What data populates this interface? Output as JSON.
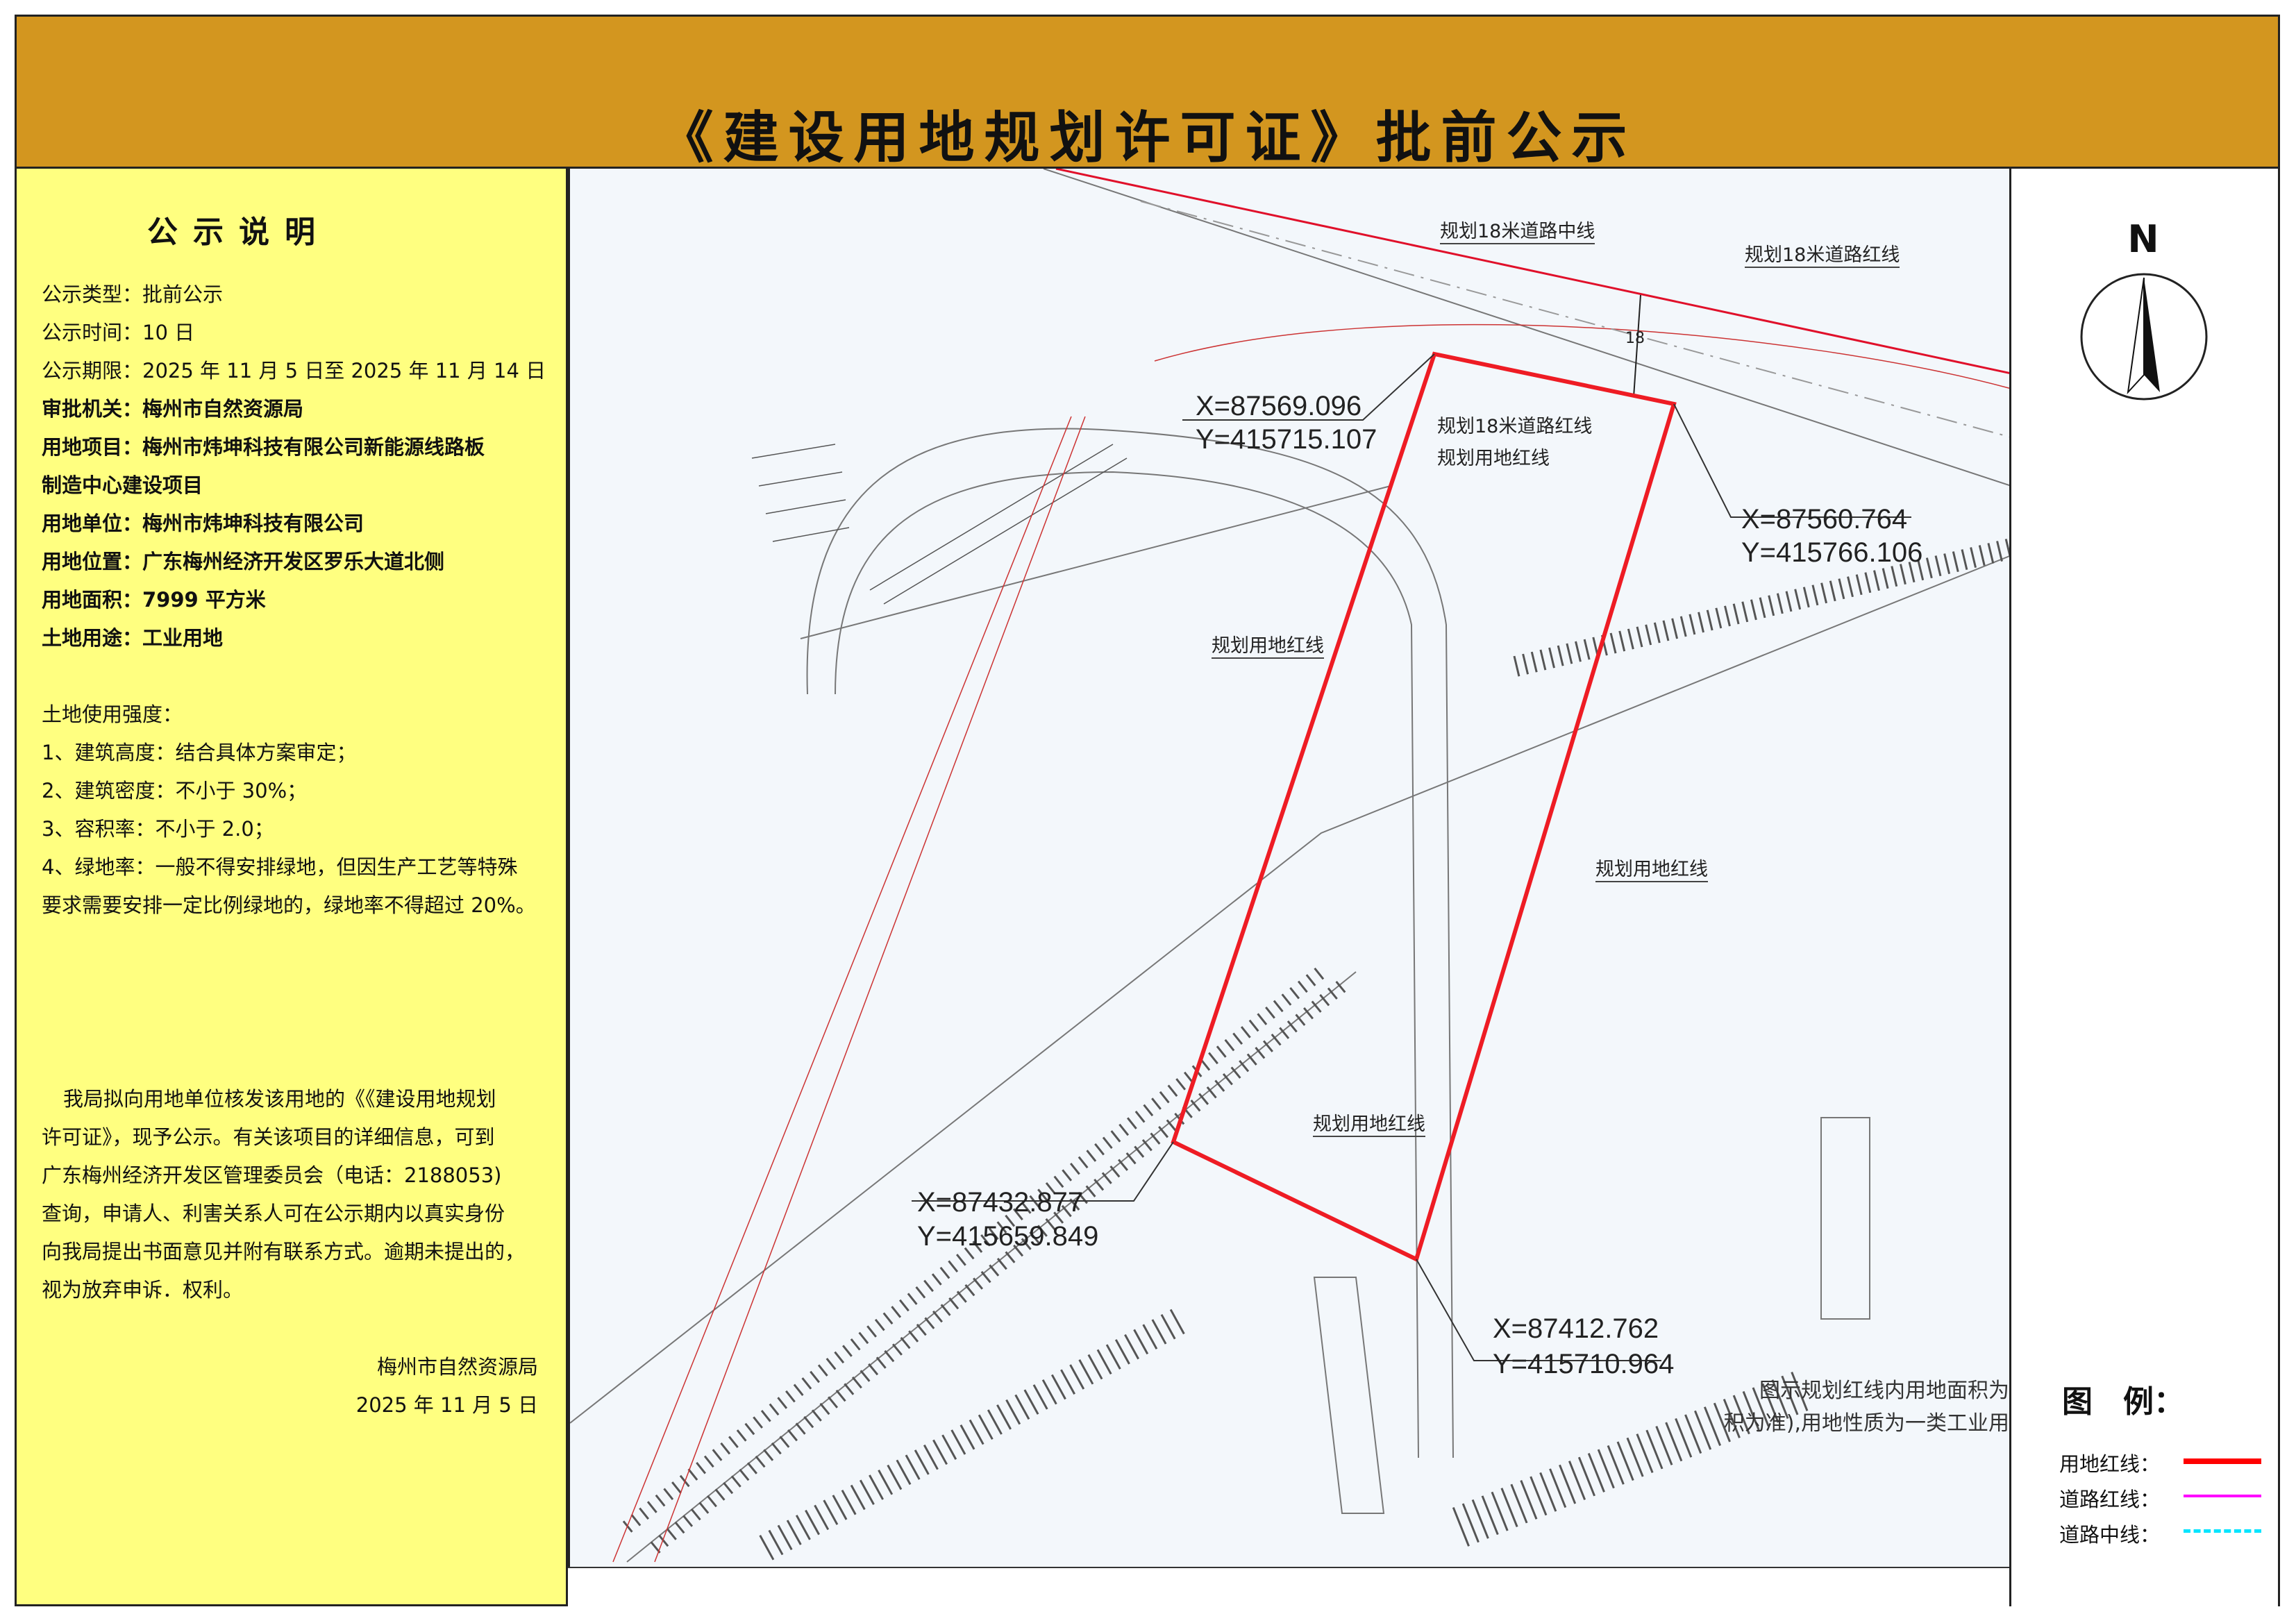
{
  "header": {
    "title": "《建设用地规划许可证》批前公示",
    "bg_color": "#d3961f"
  },
  "notice": {
    "title": "公示说明",
    "lines": [
      "公示类型：批前公示",
      "公示时间：10 日",
      "公示期限：2025 年 11 月 5 日至 2025 年 11 月 14 日",
      "审批机关：梅州市自然资源局",
      "用地项目：梅州市炜坤科技有限公司新能源线路板",
      "制造中心建设项目",
      "用地单位：梅州市炜坤科技有限公司",
      "用地位置：广东梅州经济开发区罗乐大道北侧",
      "用地面积：7999 平方米",
      "土地用途：工业用地"
    ],
    "intensity_title": "土地使用强度：",
    "intensity": [
      "1、建筑高度：结合具体方案审定；",
      "2、建筑密度：不小于 30%；",
      "3、容积率：不小于 2.0；",
      "4、绿地率：一般不得安排绿地，但因生产工艺等特殊",
      "要求需要安排一定比例绿地的，绿地率不得超过 20%。"
    ],
    "paragraph": [
      "我局拟向用地单位核发该用地的《《建设用地规划",
      "许可证》，现予公示。有关该项目的详细信息，可到",
      "广东梅州经济开发区管理委员会（电话：2188053)",
      "查询，申请人、利害关系人可在公示期内以真实身份",
      "向我局提出书面意见并附有联系方式。逾期未提出的，",
      "视为放弃申诉．权利。"
    ],
    "signature": "梅州市自然资源局",
    "date": "2025 年 11 月 5 日",
    "bg_color": "#ffff80"
  },
  "map": {
    "labels": {
      "road_center": "规划18米道路中线",
      "road_red_top": "规划18米道路红线",
      "road_red_inner": "规划18米道路红线",
      "land_red_1": "规划用地红线",
      "land_red_2": "规划用地红线",
      "land_red_3": "规划用地红线",
      "land_red_4": "规划用地红线",
      "width_mark": "18"
    },
    "coords": [
      {
        "x": "X=87569.096",
        "y": "Y=415715.107"
      },
      {
        "x": "X=87560.764",
        "y": "Y=415766.106"
      },
      {
        "x": "X=87432.877",
        "y": "Y=415659.849"
      },
      {
        "x": "X=87412.762",
        "y": "Y=415710.964"
      }
    ],
    "note": [
      "图示规划红线内用地面积为",
      "积为准),用地性质为一类工业用"
    ]
  },
  "north": {
    "label": "N",
    "icon": "north-arrow-icon"
  },
  "legend": {
    "title": "图　例：",
    "items": [
      {
        "label": "用地红线：",
        "color": "#ff0000",
        "style": "solid-thick"
      },
      {
        "label": "道路红线：",
        "color": "#ff00ff",
        "style": "solid"
      },
      {
        "label": "道路中线：",
        "color": "#00e5ff",
        "style": "dashed"
      }
    ]
  }
}
